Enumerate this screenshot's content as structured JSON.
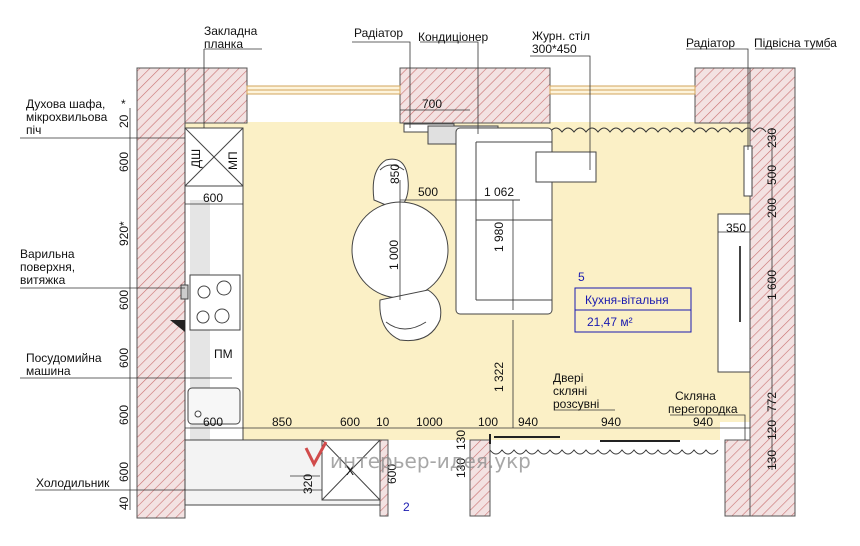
{
  "labels": {
    "oven": "Духова шафа, мікрохвильова піч",
    "oven_line1": "Духова шафа,",
    "oven_line2": "мікрохвильова",
    "oven_line3": "піч",
    "mounting_bar_1": "Закладна",
    "mounting_bar_2": "планка",
    "radiator_1": "Радіатор",
    "conditioner": "Кондиціонер",
    "coffee_table_1": "Журн. стіл",
    "coffee_table_2": "300*450",
    "radiator_2": "Радіатор",
    "hanging_cabinet": "Підвісна тумба",
    "hob_1": "Варильна",
    "hob_2": "поверхня,",
    "hob_3": "витяжка",
    "dishwasher_1": "Посудомийна",
    "dishwasher_2": "машина",
    "fridge": "Холодильник",
    "doors_1": "Двері",
    "doors_2": "скляні",
    "doors_3": "розсувні",
    "partition_1": "Скляна",
    "partition_2": "перегородка",
    "dsh": "ДШ",
    "mp": "МП",
    "pm": "ПМ",
    "x_mark": "X"
  },
  "room": {
    "number": "5",
    "name": "Кухня-вітальня",
    "area": "21,47 м²",
    "next_room_number": "2"
  },
  "dimensions": {
    "left": [
      "20",
      "*",
      "600",
      "920*",
      "600",
      "600",
      "600",
      "600",
      "40"
    ],
    "right": [
      "230",
      "500",
      "200",
      "1 600",
      "772",
      "120",
      "130"
    ],
    "kitchen_width_top": "600",
    "kitchen_width_bottom": "600",
    "radiator_width": "700",
    "table_offset": "500",
    "sofa_width": "1 062",
    "sofa_length": "1 980",
    "table_height": "850",
    "table_diameter": "1 000",
    "tv_depth": "350",
    "sofa_to_wall": "1 322",
    "bottom_chain": [
      "850",
      "600",
      "10",
      "1000",
      "100",
      "940",
      "940",
      "940"
    ],
    "bottom_small": [
      "130",
      "130"
    ],
    "fridge_depth": "320",
    "fridge_side": "600"
  },
  "watermark": "интерьер-идея.укр",
  "colors": {
    "floor": "#fbf0c6",
    "wall_fill": "#f1dede",
    "wall_hatch": "#c96f6f",
    "line": "#333333",
    "room_blue": "#1a1ab0",
    "window": "#d9b46b"
  }
}
